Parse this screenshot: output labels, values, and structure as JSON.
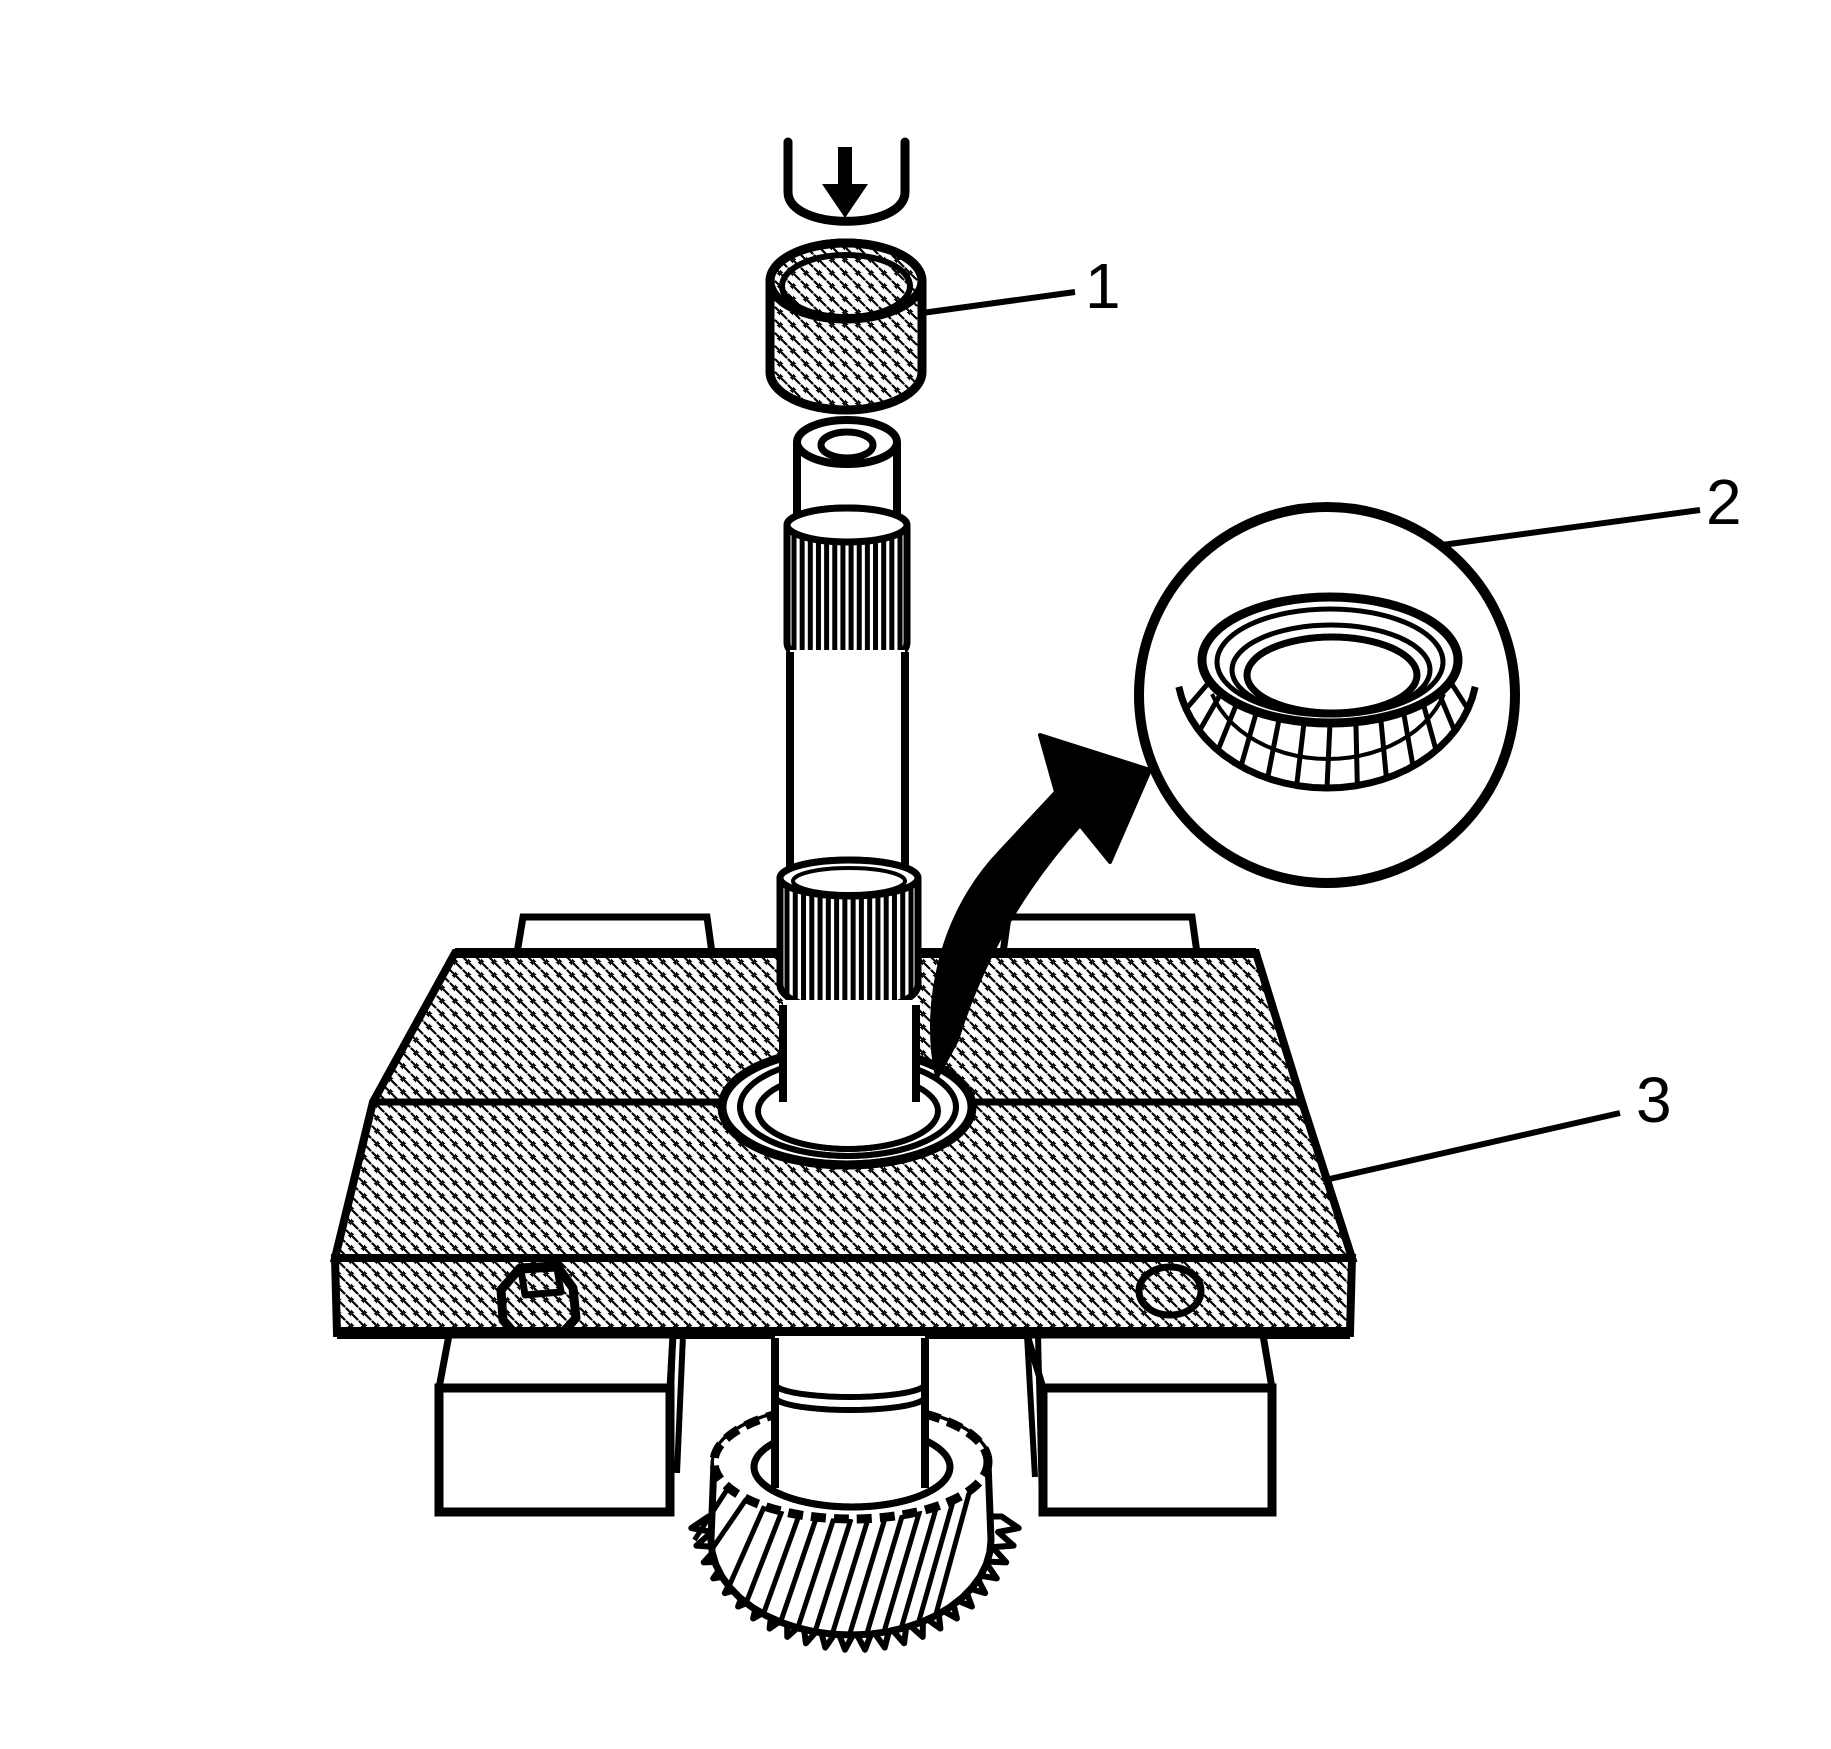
{
  "figure": {
    "kind": "service-manual-press-illustration",
    "colors": {
      "line": "#000000",
      "background": "#ffffff"
    },
    "icons": {
      "press_direction": "down-arrow-icon",
      "detail_view": "magnifier-circle-inset",
      "transfer": "curved-black-arrow"
    },
    "callouts": {
      "c1": {
        "label": "1"
      },
      "c2": {
        "label": "2"
      },
      "c3": {
        "label": "3"
      }
    }
  }
}
